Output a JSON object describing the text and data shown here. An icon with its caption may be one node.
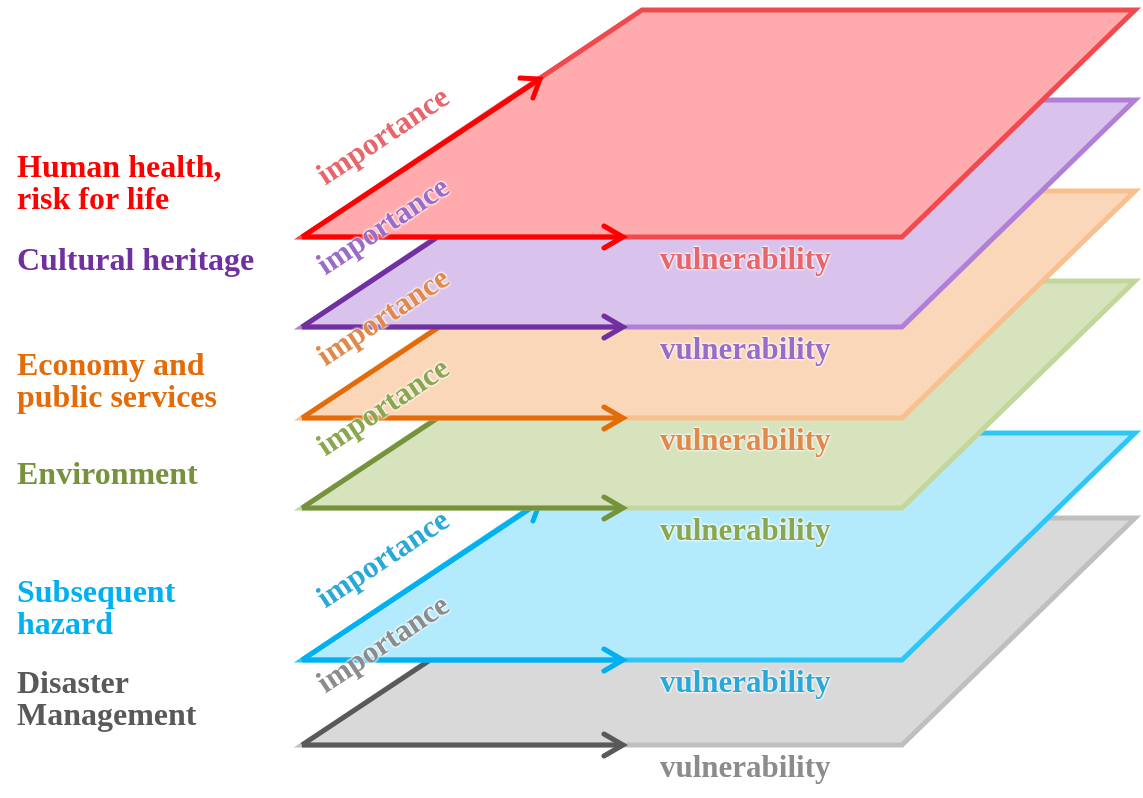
{
  "diagram": {
    "nodes": [
      {
        "text": [
          "Human health, risk for life"
        ],
        "beside": [
          "importance",
          "vulnerability"
        ]
      },
      {
        "text": [
          "Cultural heritage"
        ],
        "beside": [
          "importance",
          "vulnerability"
        ]
      },
      {
        "text": [
          "Economy and public services"
        ],
        "beside": [
          "importance",
          "vulnerability"
        ]
      },
      {
        "text": [
          "Environment"
        ],
        "beside": [
          "importance",
          "vulnerability"
        ]
      },
      {
        "text": [
          "Subsequent hazard"
        ],
        "beside": [
          "importance",
          "vulnerability"
        ]
      },
      {
        "text": [
          "Disaster Management"
        ],
        "beside": [
          "importance",
          "vulnerability"
        ]
      }
    ],
    "edges": []
  }
}
